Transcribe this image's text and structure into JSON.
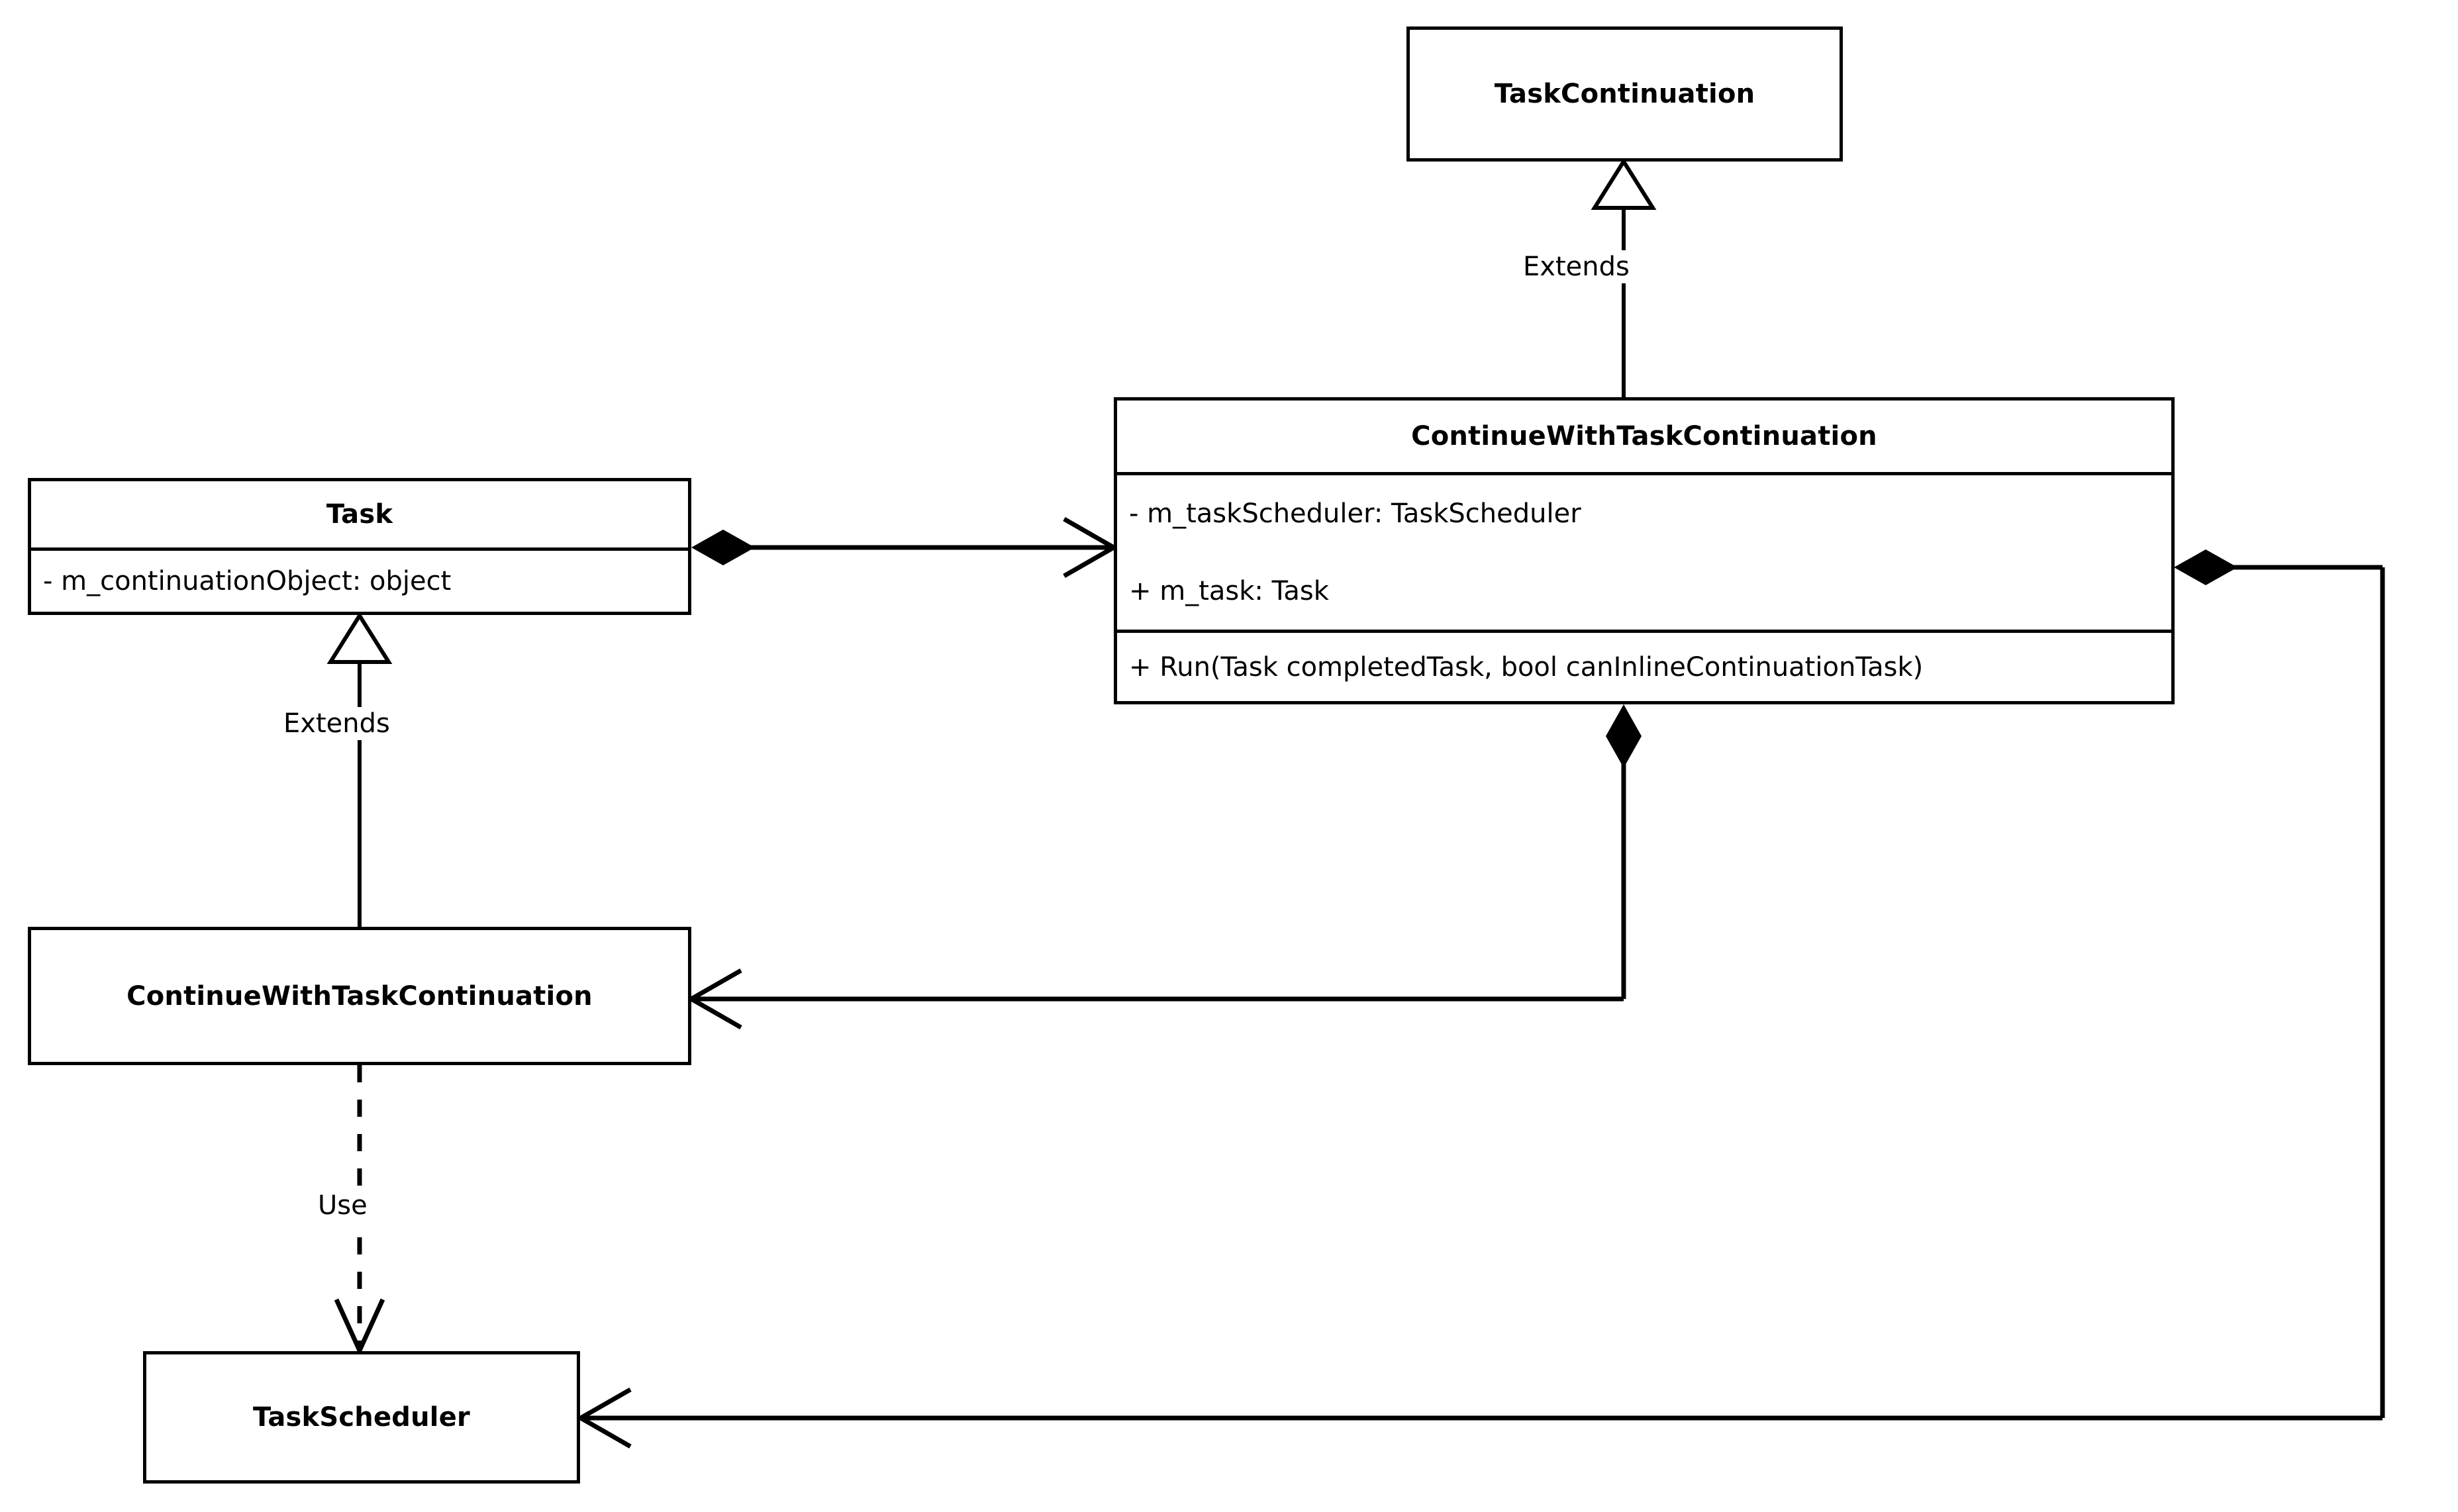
{
  "diagram": {
    "type": "uml-class-diagram",
    "background_color": "#ffffff",
    "stroke_color": "#000000",
    "classes": [
      {
        "id": "taskcontinuation",
        "name": "TaskContinuation",
        "attributes": [],
        "operations": []
      },
      {
        "id": "cwtc-main",
        "name": "ContinueWithTaskContinuation",
        "attributes": [
          "- m_taskScheduler: TaskScheduler",
          "+ m_task: Task"
        ],
        "operations": [
          "+ Run(Task completedTask, bool canInlineContinuationTask)"
        ]
      },
      {
        "id": "task",
        "name": "Task",
        "attributes": [
          "- m_continuationObject: object"
        ],
        "operations": []
      },
      {
        "id": "cwtc-left",
        "name": "ContinueWithTaskContinuation",
        "attributes": [],
        "operations": []
      },
      {
        "id": "taskscheduler",
        "name": "TaskScheduler",
        "attributes": [],
        "operations": []
      }
    ],
    "relationships": [
      {
        "id": "rel-extends-top",
        "label": "Extends",
        "kind": "generalization",
        "from": "cwtc-main",
        "to": "taskcontinuation",
        "line": "solid",
        "head": "hollow-triangle"
      },
      {
        "id": "rel-extends-left",
        "label": "Extends",
        "kind": "generalization",
        "from": "cwtc-left",
        "to": "task",
        "line": "solid",
        "head": "hollow-triangle"
      },
      {
        "id": "rel-use",
        "label": "Use",
        "kind": "dependency",
        "from": "cwtc-left",
        "to": "taskscheduler",
        "line": "dashed",
        "head": "open-arrow"
      },
      {
        "id": "rel-task-composes-cwtc",
        "label": "",
        "kind": "composition",
        "from": "task",
        "to": "cwtc-main",
        "line": "solid",
        "head": "open-arrow",
        "tail": "filled-diamond"
      },
      {
        "id": "rel-cwtc-composes-cwtcleft",
        "label": "",
        "kind": "composition",
        "from": "cwtc-main",
        "to": "cwtc-left",
        "line": "solid",
        "head": "open-arrow",
        "tail": "filled-diamond"
      },
      {
        "id": "rel-cwtc-composes-scheduler",
        "label": "",
        "kind": "composition",
        "from": "cwtc-main",
        "to": "taskscheduler",
        "line": "solid",
        "head": "open-arrow",
        "tail": "filled-diamond"
      }
    ]
  }
}
